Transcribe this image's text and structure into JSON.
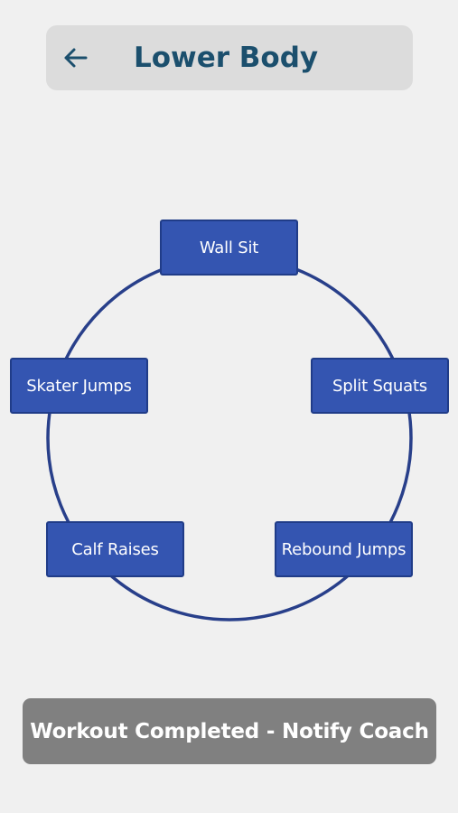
{
  "header": {
    "title": "Lower Body",
    "back_icon": "arrow-left-icon"
  },
  "circuit": {
    "exercises": [
      {
        "label": "Wall Sit"
      },
      {
        "label": "Split Squats"
      },
      {
        "label": "Rebound Jumps"
      },
      {
        "label": "Calf Raises"
      },
      {
        "label": "Skater Jumps"
      }
    ]
  },
  "footer": {
    "notify_label": "Workout Completed - Notify Coach"
  },
  "colors": {
    "background": "#f0f0f0",
    "header_bg": "#dcdcdc",
    "title": "#1b4f6d",
    "exercise_bg": "#3455b1",
    "ring": "#283f8a",
    "button_bg": "#808080"
  }
}
